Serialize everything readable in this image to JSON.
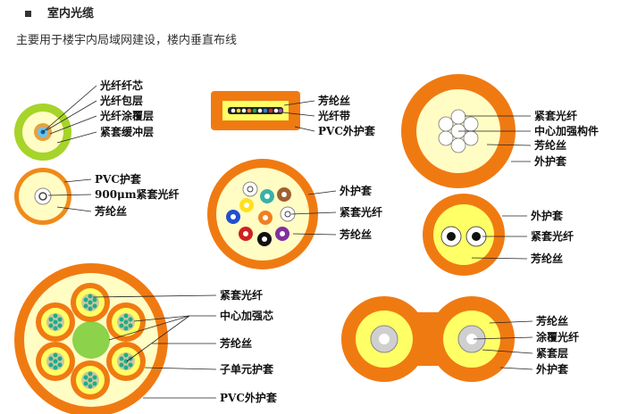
{
  "header": {
    "title": "室内光缆",
    "subtitle": "主要用于楼宇内局域网建设，楼内垂直布线"
  },
  "colors": {
    "orange": "#f07a12",
    "yellow": "#ffff66",
    "green": "#a6d42a",
    "lightyellow": "#fffcc4"
  },
  "cable1": {
    "labels": [
      "光纤纤芯",
      "光纤包层",
      "光纤涂覆层",
      "紧套缓冲层"
    ]
  },
  "cable2": {
    "labels": [
      "PVC护套",
      "900μm紧套光纤",
      "芳纶丝"
    ]
  },
  "cable3": {
    "labels": [
      "芳纶丝",
      "光纤带",
      "PVC外护套"
    ]
  },
  "cable4": {
    "labels": [
      "外护套",
      "紧套光纤",
      "芳纶丝"
    ]
  },
  "cable5": {
    "labels": [
      "紧套光纤",
      "中心加强构件",
      "芳纶丝",
      "外护套"
    ]
  },
  "cable6": {
    "labels": [
      "外护套",
      "紧套光纤",
      "芳纶丝"
    ]
  },
  "cable7": {
    "labels": [
      "紧套光纤",
      "中心加强芯",
      "芳纶丝",
      "子单元护套",
      "PVC外护套"
    ]
  },
  "cable8": {
    "labels": [
      "芳纶丝",
      "涂覆光纤",
      "紧套层",
      "外护套"
    ]
  }
}
